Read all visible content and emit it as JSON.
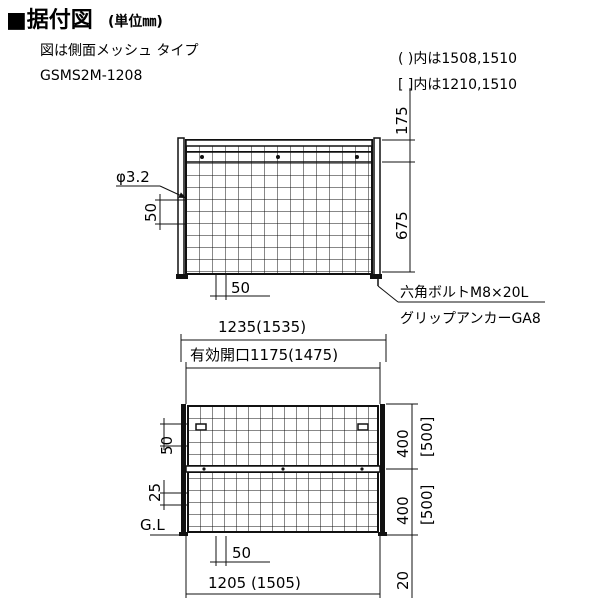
{
  "header": {
    "title": "■据付図",
    "unit_note": "(単位㎜)",
    "desc_line1": "図は側面メッシュ タイプ",
    "desc_line2": "GSMS2M-1208"
  },
  "legend": {
    "paren_note": "(   )内は1508,1510",
    "bracket_note": "[   ]内は1210,1510"
  },
  "side_view": {
    "dim_top": "175",
    "dim_height": "675",
    "dim_wire": "φ3.2",
    "dim_pitch": "50",
    "dim_base": "50",
    "bolt_label": "六角ボルトM8×20L",
    "anchor_label": "グリップアンカーGA8"
  },
  "front_view": {
    "overall_width": "1235(1535)",
    "opening_width": "有効開口1175(1475)",
    "pitch_upper": "50",
    "pitch_lower": "25",
    "ground_label": "G.L",
    "upper_height": "400",
    "lower_height": "400",
    "upper_height_alt": "[500]",
    "lower_height_alt": "[500]",
    "base_pitch": "50",
    "bottom_width": "1205 (1505)",
    "ground_clearance": "20"
  },
  "colors": {
    "line": "#111111",
    "background": "#ffffff"
  }
}
